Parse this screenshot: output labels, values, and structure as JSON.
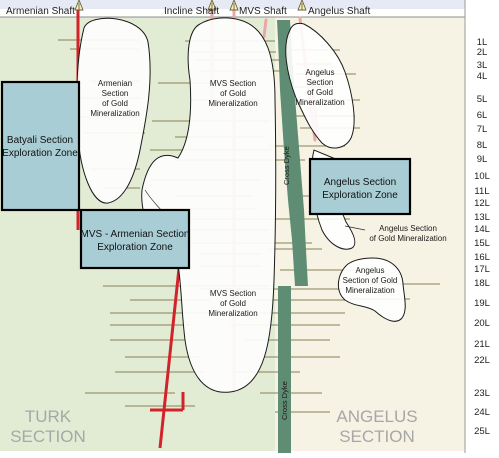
{
  "header": {
    "shafts": [
      "Armenian Shaft",
      "Incline Shaft",
      "MVS Shaft",
      "Angelus Shaft"
    ]
  },
  "levels": [
    "1L",
    "2L",
    "3L",
    "4L",
    "5L",
    "6L",
    "7L",
    "8L",
    "9L",
    "10L",
    "11L",
    "12L",
    "13L",
    "14L",
    "15L",
    "16L",
    "17L",
    "18L",
    "19L",
    "20L",
    "21L",
    "22L",
    "23L",
    "24L",
    "25L"
  ],
  "sections": {
    "turk": [
      "TURK",
      "SECTION"
    ],
    "angelus": [
      "ANGELUS",
      "SECTION"
    ]
  },
  "zones": {
    "batyali": [
      "Batyali Section",
      "Exploration Zone"
    ],
    "mvs_armenian": [
      "MVS - Armenian Section",
      "Exploration Zone"
    ],
    "angelus": [
      "Angelus Section",
      "Exploration Zone"
    ]
  },
  "mineralization": {
    "armenian": [
      "Armenian",
      "Section",
      "of Gold",
      "Mineralization"
    ],
    "mvs_upper": [
      "MVS Section",
      "of Gold",
      "Mineralization"
    ],
    "mvs_lower": [
      "MVS Section",
      "of Gold",
      "Mineralization"
    ],
    "angelus_upper": [
      "Angelus",
      "Section",
      "of Gold",
      "Mineralization"
    ],
    "angelus_middle": [
      "Angelus Section",
      "of Gold Mineralization"
    ],
    "angelus_lower": [
      "Angelus",
      "Section of Gold",
      "Mineralization"
    ]
  },
  "dyke": {
    "upper": "Cross Dyke",
    "lower": "Cross Dyke"
  },
  "colors": {
    "turk_bg": "#e2ecd4",
    "angelus_bg": "#f6f3e4",
    "zone_fill": "#a9cdd5",
    "dyke": "#5f8d73",
    "shaft_red": "#d2232a",
    "shaft_pink": "#eba7a8",
    "section_text": "#a7a7a7"
  }
}
